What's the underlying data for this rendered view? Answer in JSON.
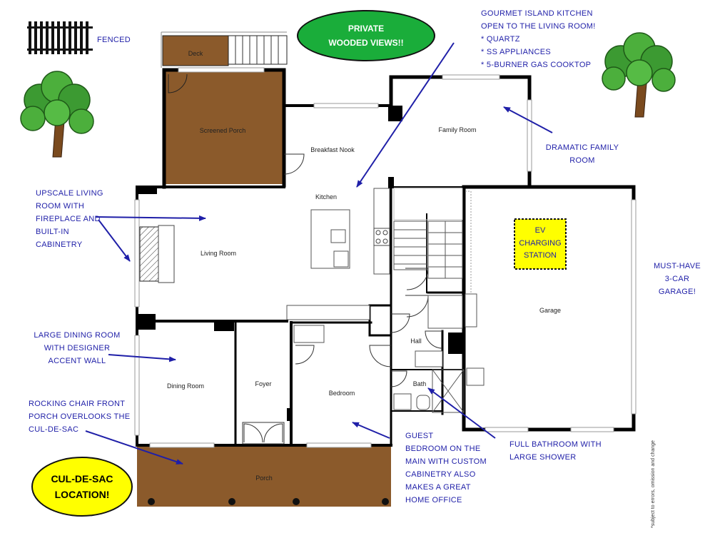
{
  "rooms": {
    "deck": "Deck",
    "screened_porch": "Screened Porch",
    "breakfast_nook": "Breakfast Nook",
    "kitchen": "Kitchen",
    "family_room": "Family Room",
    "living_room": "Living Room",
    "garage": "Garage",
    "dining_room": "Dining Room",
    "foyer": "Foyer",
    "bedroom": "Bedroom",
    "hall": "Hall",
    "bath": "Bath",
    "porch": "Porch"
  },
  "ev_box": {
    "line1": "EV",
    "line2": "CHARGING",
    "line3": "STATION"
  },
  "fenced": "FENCED",
  "private_badge": {
    "line1": "PRIVATE",
    "line2": "WOODED VIEWS!!"
  },
  "culdesac_badge": {
    "line1": "CUL-DE-SAC",
    "line2": "LOCATION!"
  },
  "callouts": {
    "kitchen": [
      "GOURMET  ISLAND KITCHEN",
      "OPEN TO THE LIVING ROOM!",
      "* QUARTZ",
      "* SS APPLIANCES",
      "* 5-BURNER GAS COOKTOP"
    ],
    "family_room": [
      "DRAMATIC FAMILY",
      "ROOM"
    ],
    "living_room": [
      "UPSCALE LIVING",
      "ROOM WITH",
      "FIREPLACE AND",
      "BUILT-IN",
      "CABINETRY"
    ],
    "garage": [
      "MUST-HAVE",
      "3-CAR",
      "GARAGE!"
    ],
    "dining_room": [
      "LARGE DINING ROOM",
      "WITH DESIGNER",
      "ACCENT WALL"
    ],
    "front_porch": [
      "ROCKING CHAIR FRONT",
      "PORCH OVERLOOKS THE",
      "CUL-DE-SAC"
    ],
    "guest_bedroom": [
      "GUEST",
      "BEDROOM ON THE",
      "MAIN WITH CUSTOM",
      "CABINETRY ALSO",
      "MAKES A GREAT",
      "HOME OFFICE"
    ],
    "bathroom": [
      "FULL BATHROOM WITH",
      "LARGE  SHOWER"
    ]
  },
  "disclaimer": "*subject to errors, omission and change",
  "colors": {
    "annotation": "#1f1fa8",
    "porch_brown": "#8b5a2b",
    "private_badge_fill": "#1aad3a",
    "culdesac_badge_fill": "#ffff00",
    "ev_fill": "#ffff00",
    "wall": "#000000"
  }
}
